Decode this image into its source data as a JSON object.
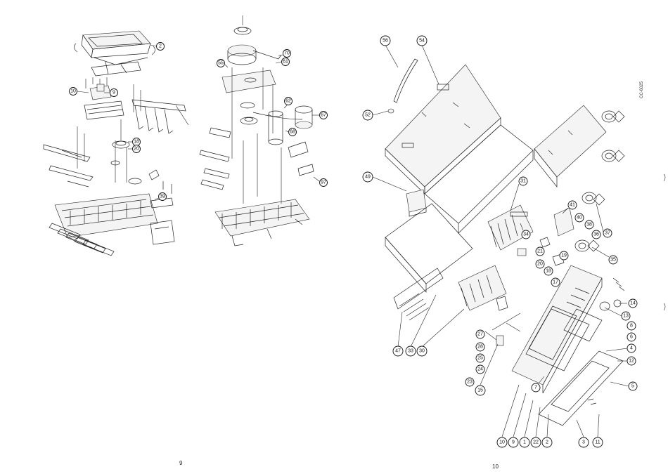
{
  "pages": {
    "left_page_number": "9",
    "right_page_number": "10"
  },
  "document_code": "CC-6025",
  "left_diagram_1": {
    "callouts": [
      "2",
      "10",
      "9",
      "18",
      "20",
      "39"
    ]
  },
  "left_diagram_2": {
    "callouts": [
      "70",
      "61",
      "55",
      "62",
      "67",
      "68",
      "97"
    ]
  },
  "right_diagram": {
    "callouts_top": [
      "56",
      "54",
      "52"
    ],
    "callouts_left": [
      "49",
      "31",
      "34",
      "47",
      "33",
      "30",
      "27",
      "28",
      "25",
      "24",
      "23",
      "15"
    ],
    "callouts_right": [
      "41",
      "40",
      "38",
      "36",
      "37",
      "35",
      "21",
      "20",
      "19",
      "18",
      "17",
      "14",
      "13",
      "8",
      "6",
      "4",
      "12",
      "5"
    ],
    "callouts_bottom": [
      "10",
      "9",
      "1",
      "22",
      "2",
      "3",
      "11",
      "7"
    ]
  }
}
